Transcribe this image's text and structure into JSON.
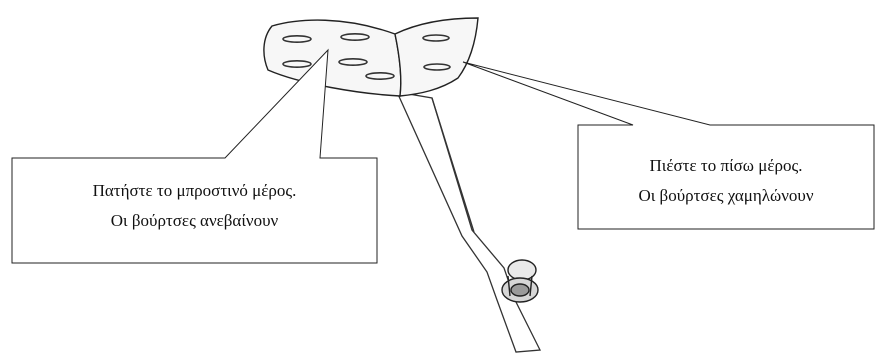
{
  "callouts": {
    "front": {
      "line1": "Πατήστε το μπροστινό μέρος.",
      "line2": "Οι βούρτσες ανεβαίνουν"
    },
    "back": {
      "line1": "Πιέστε το πίσω μέρος.",
      "line2": "Οι βούρτσες χαμηλώνουν"
    }
  },
  "colors": {
    "line": "#222222",
    "pedal_fill": "#f7f7f7",
    "background": "#ffffff"
  }
}
